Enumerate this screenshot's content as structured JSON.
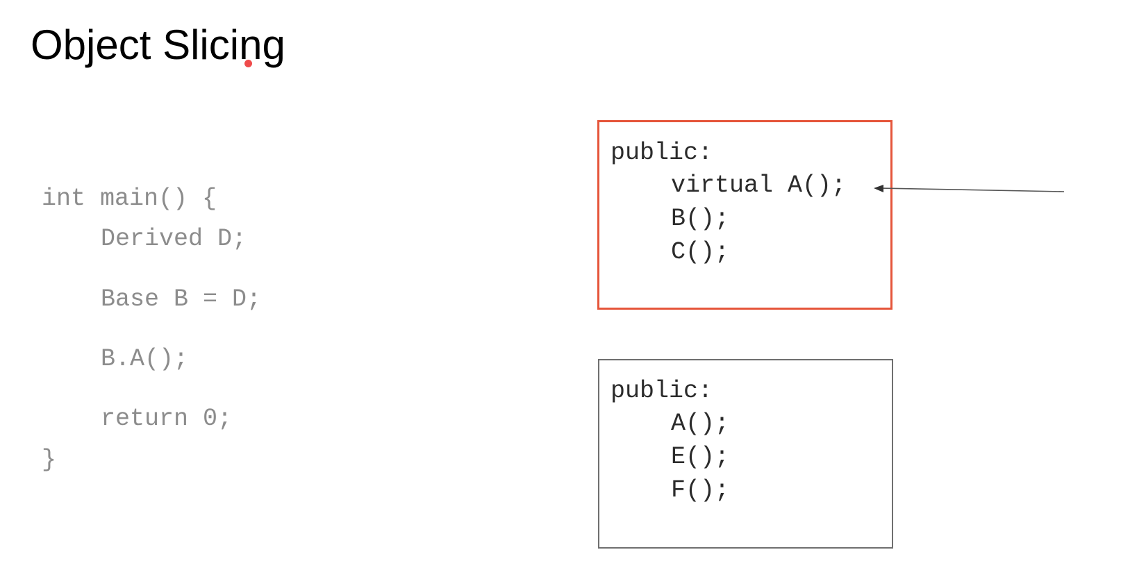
{
  "title": "Object Slicing",
  "code_lines": [
    "int main() {",
    "Derived D;",
    "Base B = D;",
    "B.A();",
    "return 0;",
    "}"
  ],
  "boxes": {
    "top": {
      "header": "public:",
      "methods": [
        "virtual A();",
        "B();",
        "C();"
      ]
    },
    "bottom": {
      "header": "public:",
      "methods": [
        "A();",
        "E();",
        "F();"
      ]
    }
  },
  "colors": {
    "highlight_border": "#e5553a",
    "laser_pointer": "#ef4b4b",
    "code_text": "#8c8c8c"
  }
}
